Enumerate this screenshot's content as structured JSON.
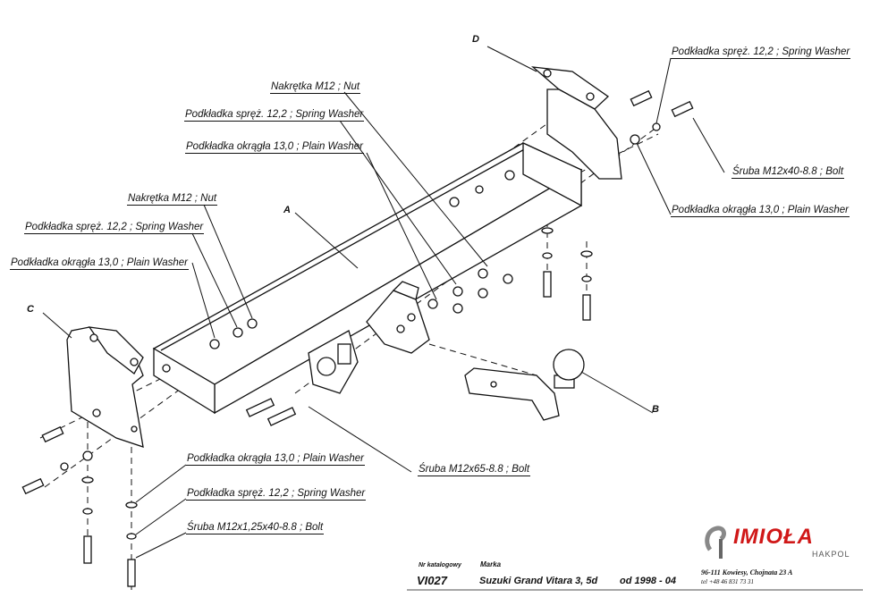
{
  "labels": {
    "nut_top": "Nakrętka  M12 ; Nut",
    "spring_top": "Podkładka spręż. 12,2 ; Spring Washer",
    "plain_top": "Podkładka okrągła 13,0 ;  Plain Washer",
    "nut_left": "Nakrętka  M12 ; Nut",
    "spring_left": "Podkładka spręż. 12,2 ; Spring Washer",
    "plain_left": "Podkładka okrągła 13,0 ;  Plain Washer",
    "spring_right": "Podkładka spręż. 12,2 ; Spring Washer",
    "bolt_right": "Śruba  M12x40-8.8 ;  Bolt",
    "plain_right": "Podkładka okrągła 13,0 ;  Plain Washer",
    "bolt_middle": "Śruba M12x65-8.8 ;  Bolt",
    "plain_bottom": "Podkładka okrągła 13,0 ;  Plain Washer",
    "spring_bottom": "Podkładka spręż. 12,2 ; Spring Washer",
    "bolt_bottom": "Śruba M12x1,25x40-8.8 ;  Bolt"
  },
  "letters": {
    "a": "A",
    "b": "B",
    "c": "C",
    "d": "D"
  },
  "footer": {
    "catalog_label": "Nr katalogowy",
    "catalog_no": "VI027",
    "brand_label": "Marka",
    "model": "Suzuki Grand Vitara 3, 5d",
    "years": "od 1998 - 04"
  },
  "company": {
    "name": "IMIOŁA",
    "sub": "HAKPOL",
    "address": "96-111 Kowiesy, Chojnata 23 A",
    "phone": "tel +48 46 831 73 31",
    "brand_color": "#d01818"
  }
}
